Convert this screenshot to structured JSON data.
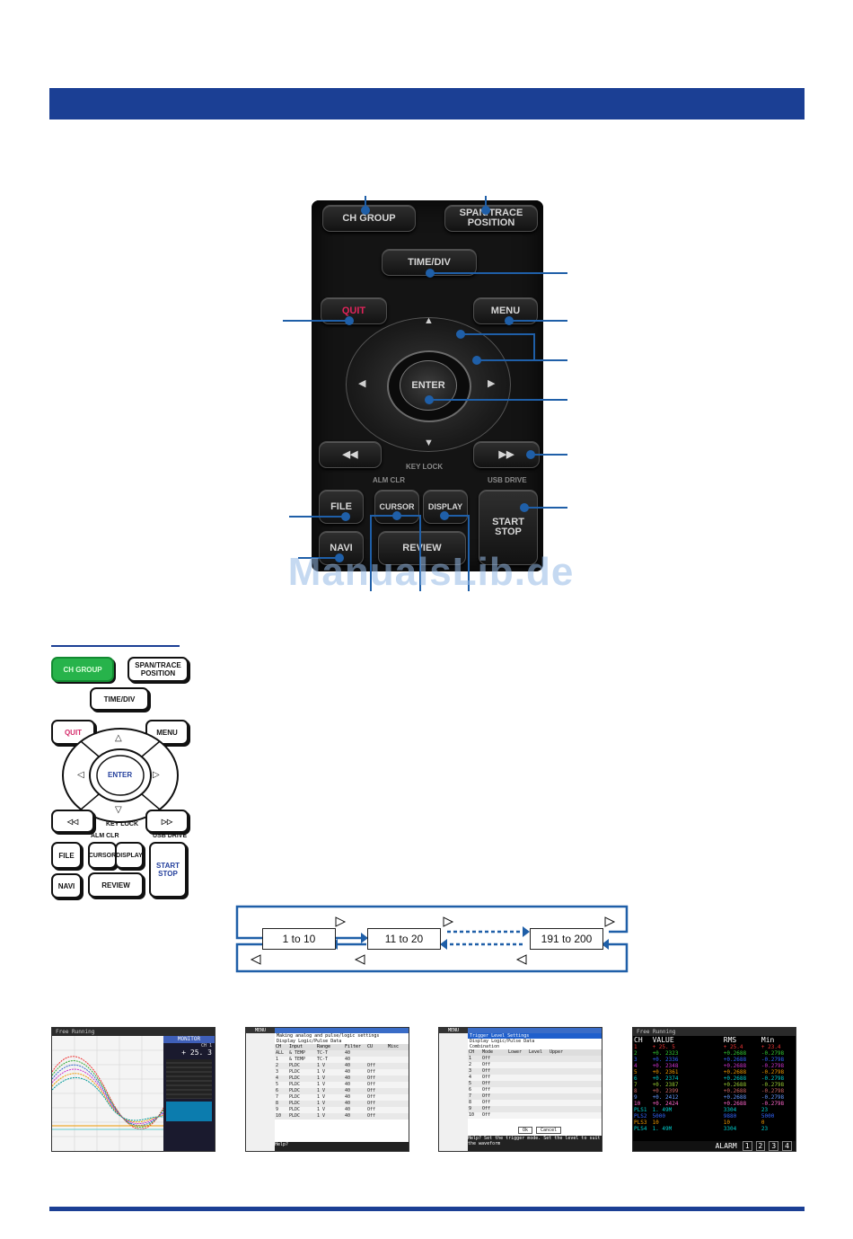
{
  "keys": {
    "ch_group": "CH GROUP",
    "span_trace_line1": "SPAN/TRACE",
    "span_trace_line2": "POSITION",
    "time_div": "TIME/DIV",
    "quit": "QUIT",
    "menu": "MENU",
    "enter": "ENTER",
    "key_lock": "KEY LOCK",
    "alm_clr": "ALM CLR",
    "usb_drive": "USB DRIVE",
    "file": "FILE",
    "cursor": "CURSOR",
    "display": "DISPLAY",
    "start": "START",
    "stop": "STOP",
    "navi": "NAVI",
    "review": "REVIEW",
    "rewind": "◀◀",
    "fast_forward": "▶▶"
  },
  "watermark": "ManualsLib.de",
  "flow": {
    "box1": "1 to 10",
    "box2": "11 to 20",
    "box3": "191 to 200"
  },
  "thumbs": {
    "t1": {
      "title": "Free Running",
      "panel": "MONITOR",
      "readout": "+ 25. 3",
      "ch_label": "CH 1"
    },
    "t2": {
      "menu": "MENU",
      "heading": "Making analog and pulse/logic settings",
      "sub": "Display Logic/Pulse Data",
      "cols": [
        "CH",
        "Input",
        "Range",
        "Filter",
        "CU",
        "Misc"
      ],
      "rows": [
        [
          "ALL",
          "& TEMP",
          "TC-T",
          "40",
          "",
          ""
        ],
        [
          "1",
          "& TEMP",
          "TC-T",
          "40",
          "",
          ""
        ],
        [
          "2",
          "PLDC",
          "1 V",
          "40",
          "Off",
          ""
        ],
        [
          "3",
          "PLDC",
          "1 V",
          "40",
          "Off",
          ""
        ],
        [
          "4",
          "PLDC",
          "1 V",
          "40",
          "Off",
          ""
        ],
        [
          "5",
          "PLDC",
          "1 V",
          "40",
          "Off",
          ""
        ],
        [
          "6",
          "PLDC",
          "1 V",
          "40",
          "Off",
          ""
        ],
        [
          "7",
          "PLDC",
          "1 V",
          "40",
          "Off",
          ""
        ],
        [
          "8",
          "PLDC",
          "1 V",
          "40",
          "Off",
          ""
        ],
        [
          "9",
          "PLDC",
          "1 V",
          "40",
          "Off",
          ""
        ],
        [
          "10",
          "PLDC",
          "1 V",
          "40",
          "Off",
          ""
        ]
      ],
      "footer": "Help?"
    },
    "t3": {
      "menu": "MENU",
      "heading": "Trigger Level Settings",
      "sub": "Display Logic/Pulse Data",
      "combination": "Combination",
      "cols": [
        "CH",
        "Mode",
        "Lower",
        "Level",
        "Upper"
      ],
      "modes": [
        "Off",
        "Off",
        "Off",
        "Off",
        "Off",
        "Off",
        "Off",
        "Off",
        "Off",
        "Off"
      ],
      "ok": "Ok",
      "cancel": "Cancel",
      "footer": "Help? Set the trigger mode. Set the level to suit the waveform"
    },
    "t4": {
      "title": "Free Running",
      "cols": [
        "CH",
        "VALUE",
        "RMS",
        "Min"
      ],
      "rows": [
        [
          "1",
          "+ 25. 5",
          "+ 25.4",
          "+ 23.4"
        ],
        [
          "2",
          "+0. 2323",
          "+0.2688",
          "-0.2798"
        ],
        [
          "3",
          "+0. 2336",
          "+0.2688",
          "-0.2798"
        ],
        [
          "4",
          "+0. 2348",
          "+0.2688",
          "-0.2798"
        ],
        [
          "5",
          "+0. 2361",
          "+0.2688",
          "-0.2798"
        ],
        [
          "6",
          "+0. 2374",
          "+0.2688",
          "-0.2798"
        ],
        [
          "7",
          "+0. 2387",
          "+0.2688",
          "-0.2798"
        ],
        [
          "8",
          "+0. 2399",
          "+0.2688",
          "-0.2798"
        ],
        [
          "9",
          "+0. 2412",
          "+0.2688",
          "-0.2798"
        ],
        [
          "10",
          "+0. 2424",
          "+0.2688",
          "-0.2798"
        ]
      ],
      "pulse_rows": [
        [
          "PLS1",
          "1. 49M",
          "3304",
          "23"
        ],
        [
          "PLS2",
          "5000",
          "9880",
          "5000"
        ],
        [
          "PLS3",
          "10",
          "10",
          "0"
        ],
        [
          "PLS4",
          "1. 49M",
          "3304",
          "23"
        ]
      ],
      "footer": "ALARM",
      "footer_nums": [
        "1",
        "2",
        "3",
        "4"
      ]
    }
  },
  "colors": {
    "header_bar": "#1b3f94",
    "callout": "#1f5fa8",
    "highlight_key": "#27b34b",
    "quit_text": "#e0245a"
  }
}
